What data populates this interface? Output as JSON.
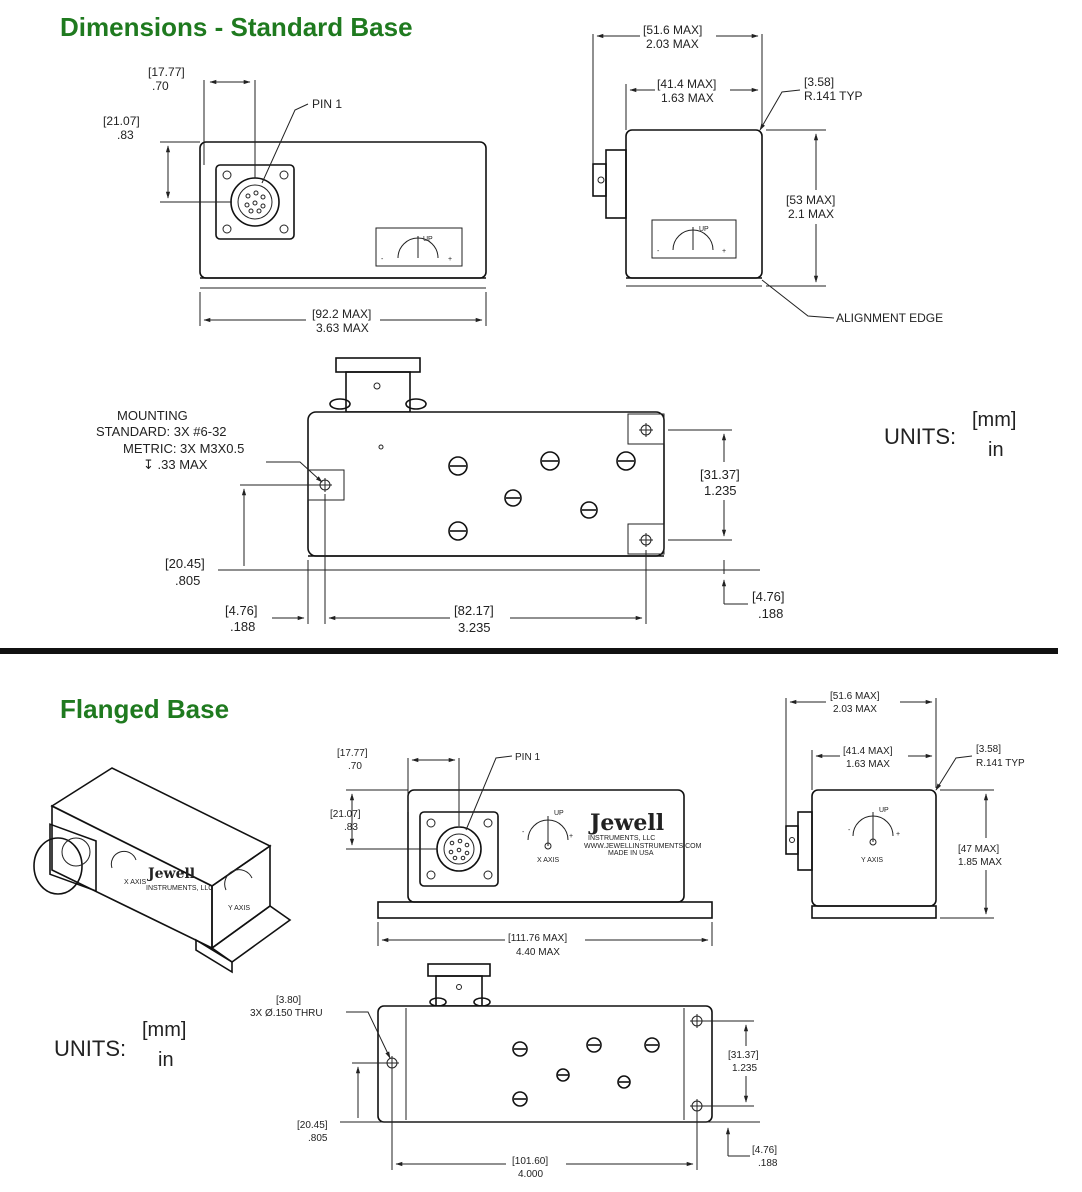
{
  "sections": {
    "standard_title": "Dimensions - Standard Base",
    "flanged_title": "Flanged Base"
  },
  "labels": {
    "pin1": "PIN 1",
    "r_typ": "R.141  TYP",
    "alignment_edge": "ALIGNMENT EDGE",
    "mounting": "MOUNTING",
    "mount_standard": "STANDARD:  3X #6-32",
    "mount_metric": "METRIC:  3X M3X0.5",
    "mount_depth": "↧ .33 MAX",
    "thru_dia": "[3.80]",
    "thru_label": "3X  Ø.150 THRU",
    "up": "UP",
    "minus": "-",
    "plus": "+",
    "x_axis": "X AXIS",
    "y_axis": "Y AXIS",
    "logo": "Jewell",
    "logo_sub": "INSTRUMENTS, LLC",
    "logo_url": "WWW.JEWELLINSTRUMENTS.COM",
    "made_in": "MADE IN USA"
  },
  "units": {
    "mm": "[mm]",
    "in": "in",
    "label": "UNITS:"
  },
  "standard_dims": {
    "pin_w_mm": "[17.77]",
    "pin_w_in": ".70",
    "pin_h_mm": "[21.07]",
    "pin_h_in": ".83",
    "length_mm": "[92.2 MAX]",
    "length_in": "3.63 MAX",
    "side_total_mm": "[51.6 MAX]",
    "side_total_in": "2.03 MAX",
    "side_body_mm": "[41.4 MAX]",
    "side_body_in": "1.63 MAX",
    "radius_mm": "[3.58]",
    "height_mm": "[53 MAX]",
    "height_in": "2.1 MAX",
    "hole_v_mm": "[31.37]",
    "hole_v_in": "1.235",
    "hole_left_mm": "[20.45]",
    "hole_left_in": ".805",
    "edge_left_mm": "[4.76]",
    "edge_left_in": ".188",
    "hole_span_mm": "[82.17]",
    "hole_span_in": "3.235",
    "edge_right_mm": "[4.76]",
    "edge_right_in": ".188"
  },
  "flanged_dims": {
    "pin_w_mm": "[17.77]",
    "pin_w_in": ".70",
    "pin_h_mm": "[21.07]",
    "pin_h_in": ".83",
    "length_mm": "[111.76 MAX]",
    "length_in": "4.40 MAX",
    "side_total_mm": "[51.6 MAX]",
    "side_total_in": "2.03 MAX",
    "side_body_mm": "[41.4 MAX]",
    "side_body_in": "1.63 MAX",
    "radius_mm": "[3.58]",
    "height_mm": "[47 MAX]",
    "height_in": "1.85 MAX",
    "hole_v_mm": "[31.37]",
    "hole_v_in": "1.235",
    "hole_left_mm": "[20.45]",
    "hole_left_in": ".805",
    "hole_span_mm": "[101.60]",
    "hole_span_in": "4.000",
    "edge_right_mm": "[4.76]",
    "edge_right_in": ".188"
  }
}
